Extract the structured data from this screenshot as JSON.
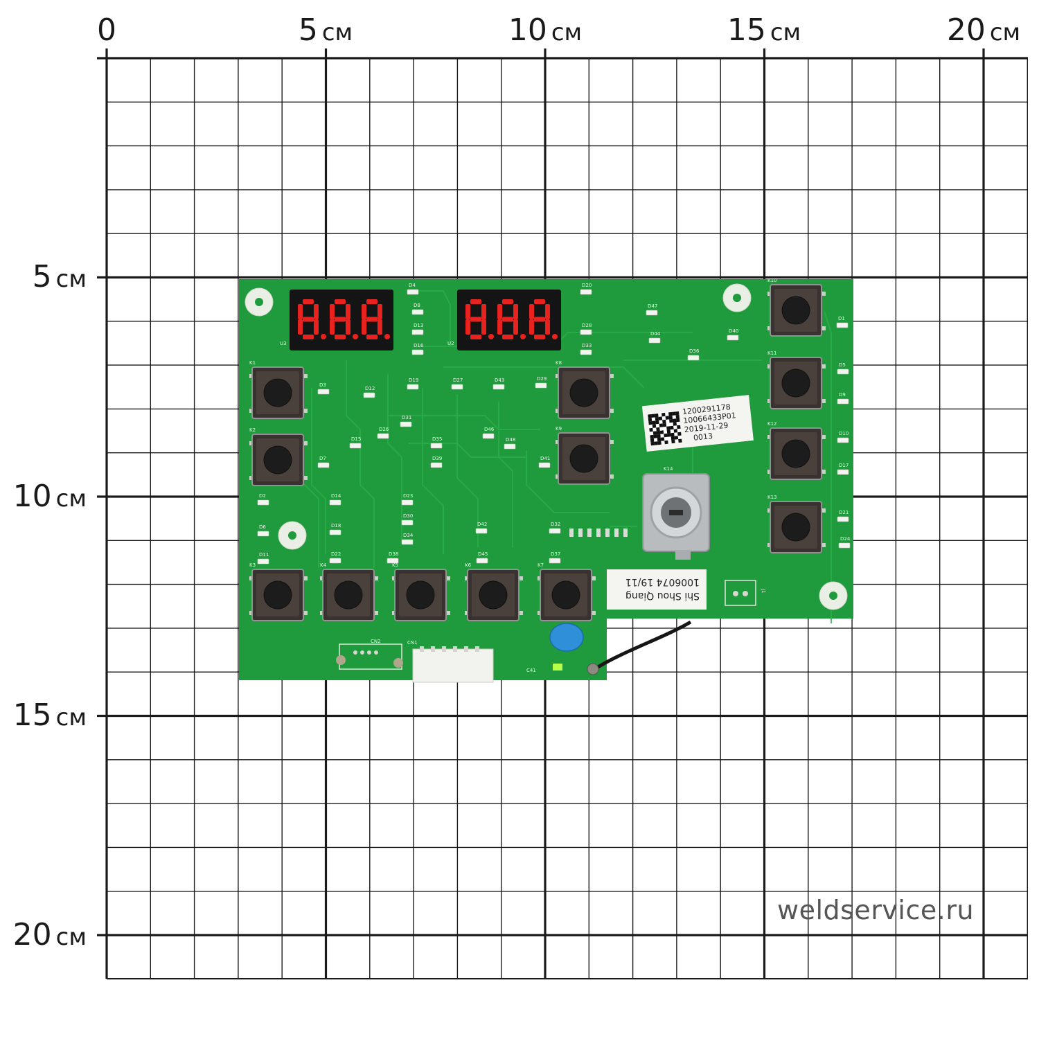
{
  "grid": {
    "top_labels": [
      {
        "num": "0",
        "unit": ""
      },
      {
        "num": "5",
        "unit": "см"
      },
      {
        "num": "10",
        "unit": "см"
      },
      {
        "num": "15",
        "unit": "см"
      },
      {
        "num": "20",
        "unit": "см"
      }
    ],
    "left_labels": [
      {
        "num": "5",
        "unit": "см"
      },
      {
        "num": "10",
        "unit": "см"
      },
      {
        "num": "15",
        "unit": "см"
      },
      {
        "num": "20",
        "unit": "см"
      }
    ]
  },
  "board": {
    "displays": [
      {
        "ref": "U3",
        "digits": "8.8.8."
      },
      {
        "ref": "U2",
        "digits": "8.8.8."
      }
    ],
    "buttons": [
      "K1",
      "K2",
      "K3",
      "K4",
      "K5",
      "K6",
      "K7",
      "K8",
      "K9",
      "K10",
      "K11",
      "K12",
      "K13"
    ],
    "encoder_ref": "K14",
    "connectors": [
      "CN1",
      "CN2",
      "J1"
    ],
    "capacitor_ref": "C41",
    "led_labels": [
      "D1",
      "D2",
      "D3",
      "D4",
      "D5",
      "D6",
      "D7",
      "D8",
      "D9",
      "D10",
      "D11",
      "D12",
      "D13",
      "D14",
      "D15",
      "D16",
      "D17",
      "D18",
      "D19",
      "D20",
      "D21",
      "D22",
      "D23",
      "D24",
      "D26",
      "D27",
      "D28",
      "D29",
      "D30",
      "D31",
      "D32",
      "D33",
      "D34",
      "D35",
      "D36",
      "D37",
      "D38",
      "D39",
      "D40",
      "D41",
      "D42",
      "D43",
      "D44",
      "D45",
      "D46",
      "D47",
      "D48"
    ],
    "sticker_qr": {
      "lines": [
        "1200291178",
        "10066433P01",
        "2019-11-29",
        "0013"
      ]
    },
    "sticker_name": {
      "lines": [
        "Shi Shou Qiang",
        "1006074  19/11"
      ]
    }
  },
  "watermark": "weldservice.ru",
  "colors": {
    "pcb": "#1f9a3c",
    "pcb_trace": "#2aae48",
    "grid_line": "#1a1a1a",
    "button_body": "#2b2b2b",
    "display_red": "#e8231f"
  }
}
